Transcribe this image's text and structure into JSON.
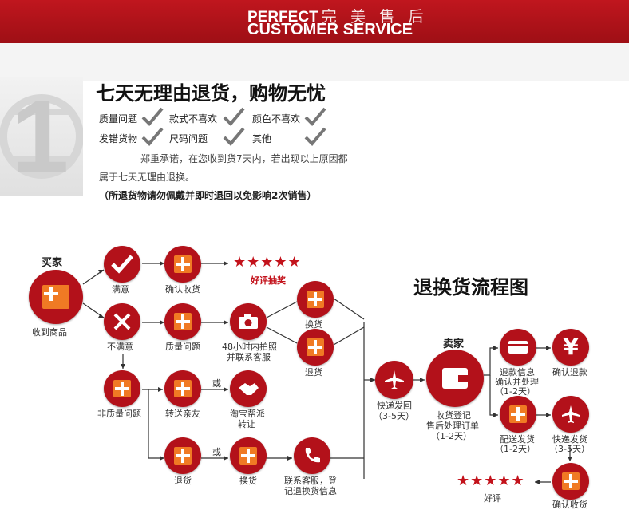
{
  "banner": {
    "line1": "PERFECT",
    "line1_cn": "完 美 售 后",
    "line2": "CUSTOMER SERVICE"
  },
  "section": {
    "number": "1",
    "headline": "七天无理由退货，购物无忧"
  },
  "reasons": [
    "质量问题",
    "款式不喜欢",
    "颜色不喜欢",
    "发错货物",
    "尺码问题",
    "其他"
  ],
  "promise": {
    "line1": "郑重承诺，在您收到货7天内，若出现以上原因都",
    "line2": "属于七天无理由退换。",
    "note": "（所退货物请勿佩戴并即时退回以免影响2次销售）"
  },
  "flow": {
    "title": "退换货流程图",
    "buyer": "买家",
    "seller": "卖家",
    "received": "收到商品",
    "satisfied": "满意",
    "confirm_receipt": "确认收货",
    "good_review_lottery": "好评抽奖",
    "unsatisfied": "不满意",
    "quality_issue": "质量问题",
    "photo_contact_1": "48小时内拍照",
    "photo_contact_2": "并联系客服",
    "exchange": "换货",
    "return": "退货",
    "non_quality_issue": "非质量问题",
    "transfer_friends": "转送亲友",
    "or1": "或",
    "taobao_1": "淘宝帮派",
    "taobao_2": "转让",
    "return2": "退货",
    "or2": "或",
    "exchange2": "换货",
    "contact_cs_1": "联系客服，登",
    "contact_cs_2": "记退换货信息",
    "express_back_1": "快递发回",
    "express_back_2": "（3-5天）",
    "seller_recv_1": "收货登记",
    "seller_recv_2": "售后处理订单",
    "seller_recv_3": "（1-2天）",
    "refund_1": "退款信息",
    "refund_2": "确认并处理",
    "refund_3": "（1-2天）",
    "confirm_refund": "确认退款",
    "ship_1": "配送发货",
    "ship_2": "（1-2天）",
    "express_1": "快递发货",
    "express_2": "（3-5天）",
    "confirm_receipt2": "确认收货",
    "good_review": "好评",
    "stars": "★★★★★"
  }
}
